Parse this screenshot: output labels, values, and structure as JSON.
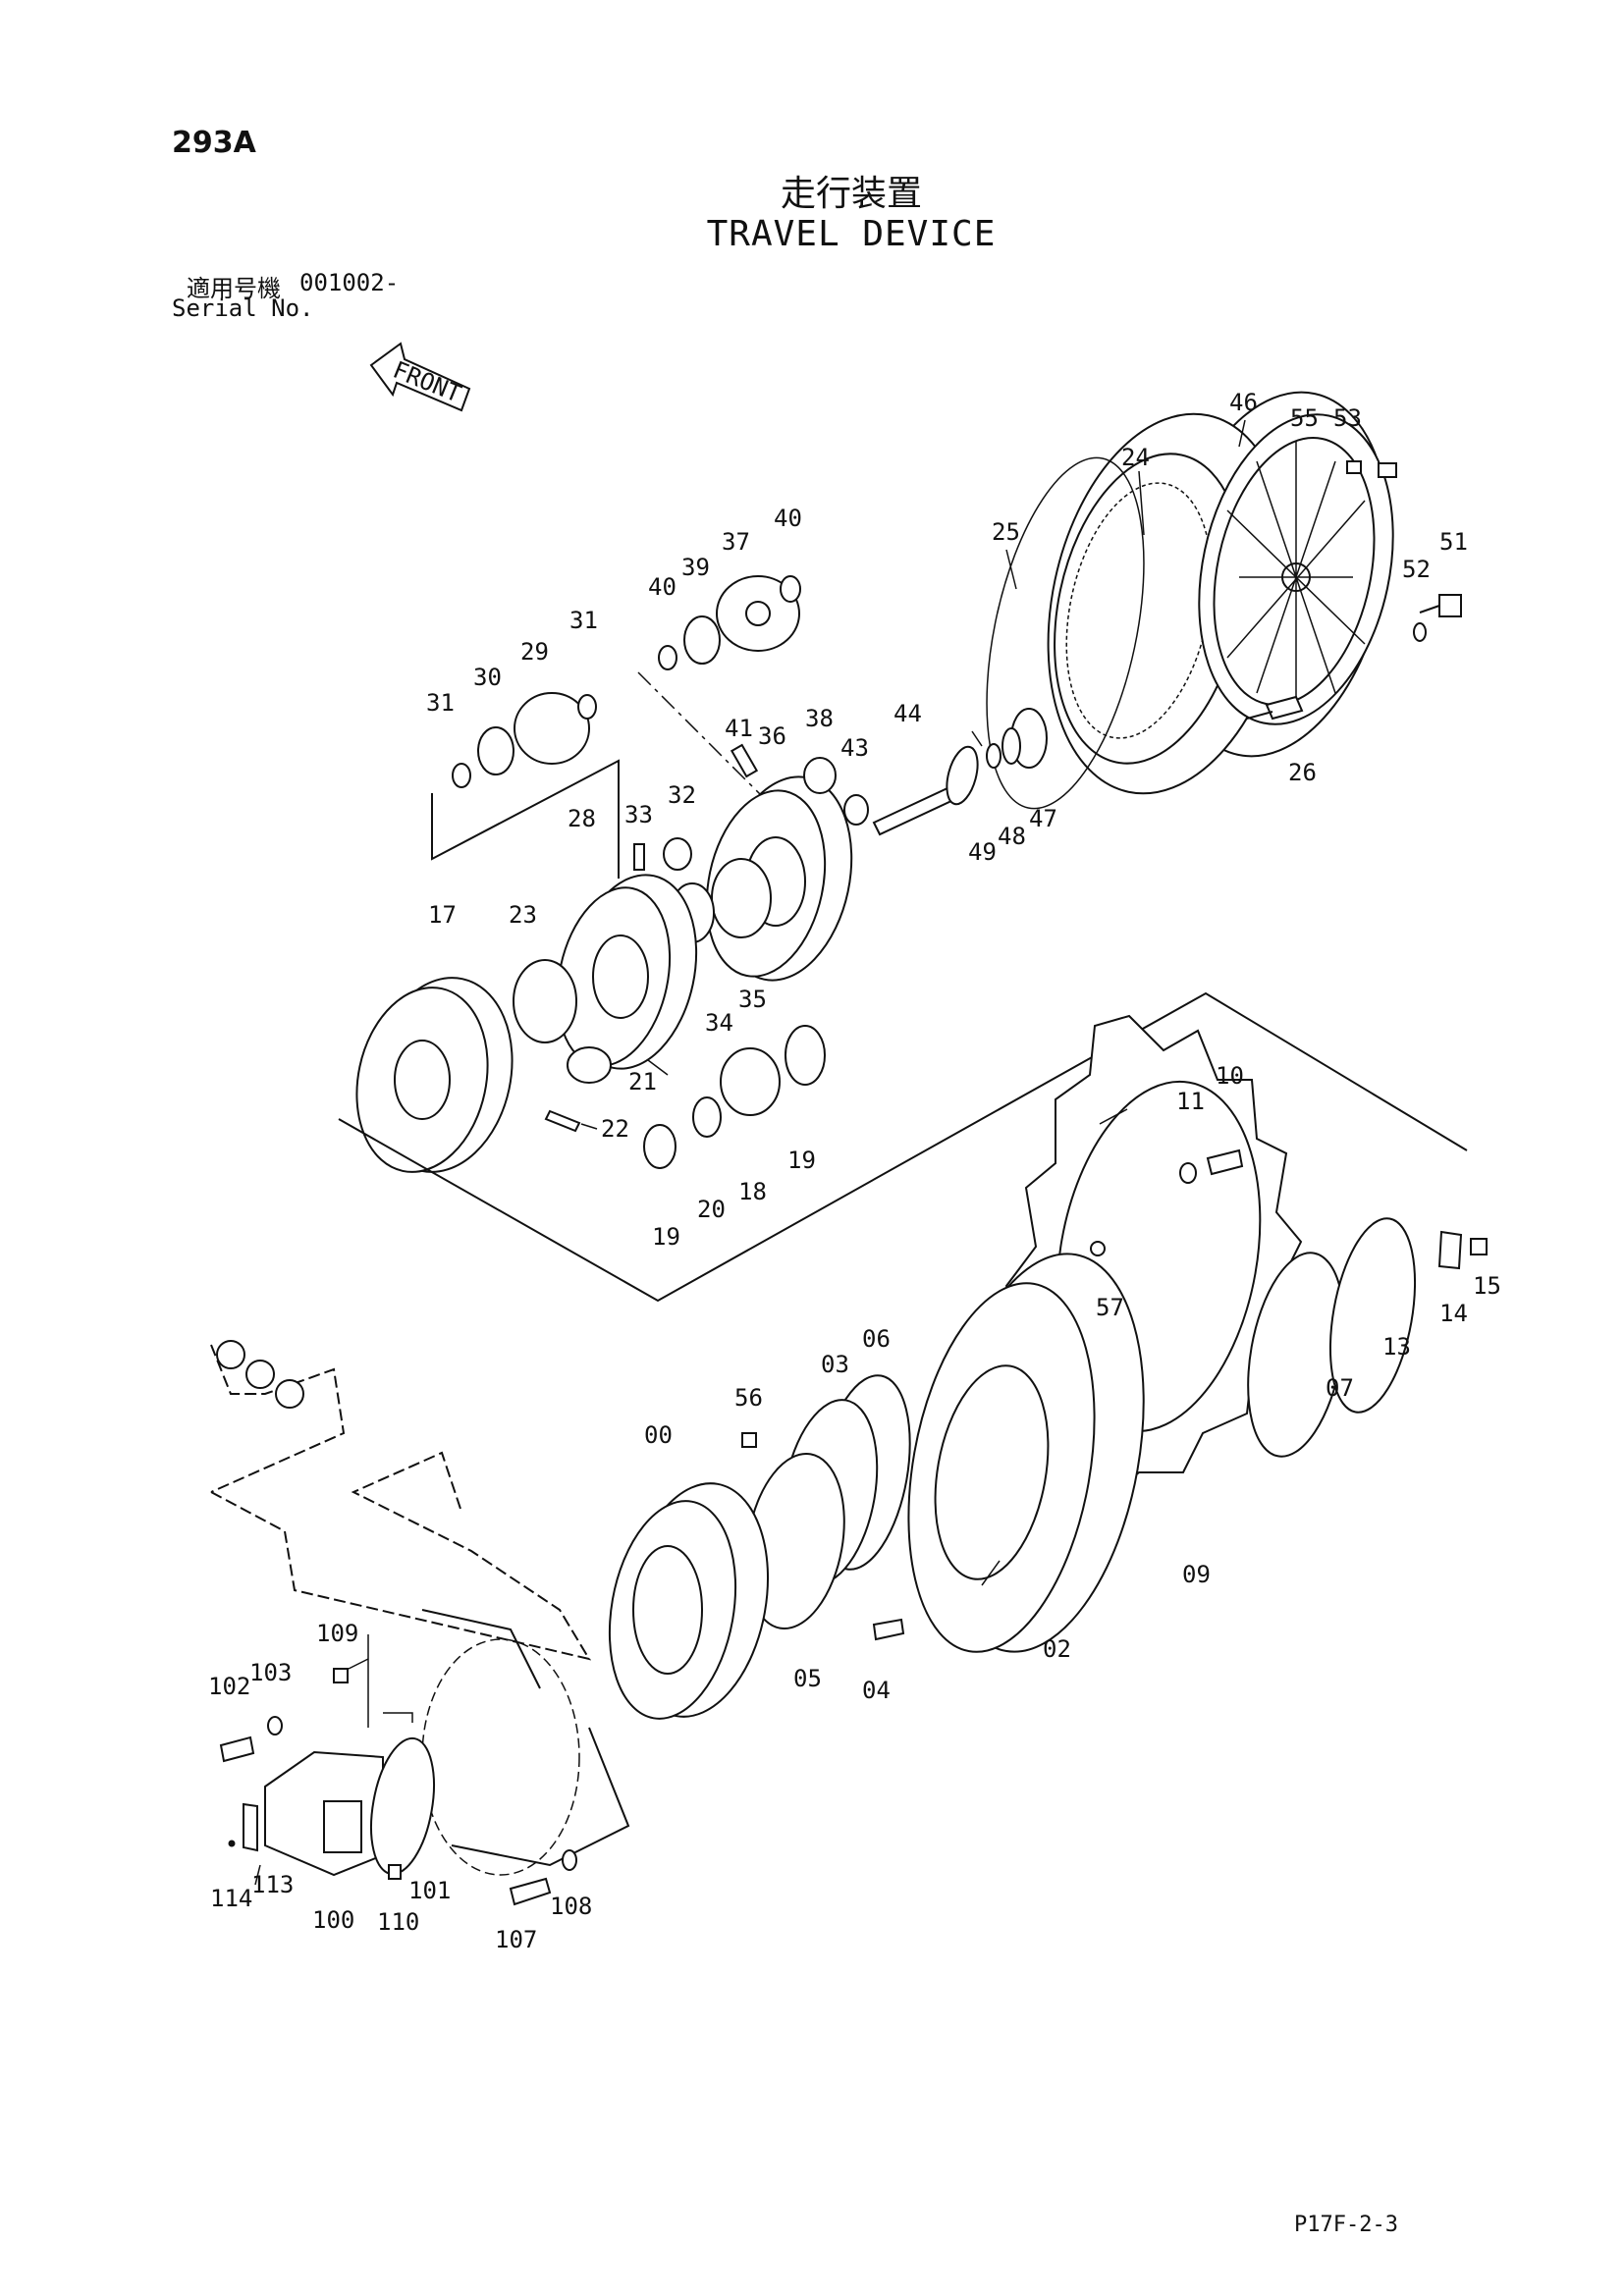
{
  "header": {
    "page_number": "293A",
    "title_ja": "走行装置",
    "title_en": "TRAVEL DEVICE",
    "serial_label_ja": "適用号機",
    "serial_value": "001002-",
    "serial_label_en": "Serial No.",
    "front_label": "FRONT"
  },
  "footer": {
    "code": "P17F-2-3"
  },
  "callouts": {
    "c46": "46",
    "c55": "55",
    "c53": "53",
    "c24": "24",
    "c25": "25",
    "c51": "51",
    "c52": "52",
    "c40a": "40",
    "c37": "37",
    "c39": "39",
    "c40b": "40",
    "c31a": "31",
    "c29": "29",
    "c30": "30",
    "c31b": "31",
    "c41": "41",
    "c36": "36",
    "c38": "38",
    "c43": "43",
    "c44": "44",
    "c49": "49",
    "c48": "48",
    "c47": "47",
    "c26": "26",
    "c33": "33",
    "c32": "32",
    "c28": "28",
    "c17": "17",
    "c23": "23",
    "c34": "34",
    "c35": "35",
    "c21": "21",
    "c22": "22",
    "c19a": "19",
    "c20": "20",
    "c18": "18",
    "c19b": "19",
    "c11": "11",
    "c10": "10",
    "c57": "57",
    "c15": "15",
    "c14": "14",
    "c13": "13",
    "c07": "07",
    "c56": "56",
    "c03": "03",
    "c06": "06",
    "c00": "00",
    "c09": "09",
    "c05": "05",
    "c04": "04",
    "c02": "02",
    "c109": "109",
    "c102": "102",
    "c103": "103",
    "c114": "114",
    "c113": "113",
    "c100": "100",
    "c110": "110",
    "c101": "101",
    "c107": "107",
    "c108": "108"
  }
}
